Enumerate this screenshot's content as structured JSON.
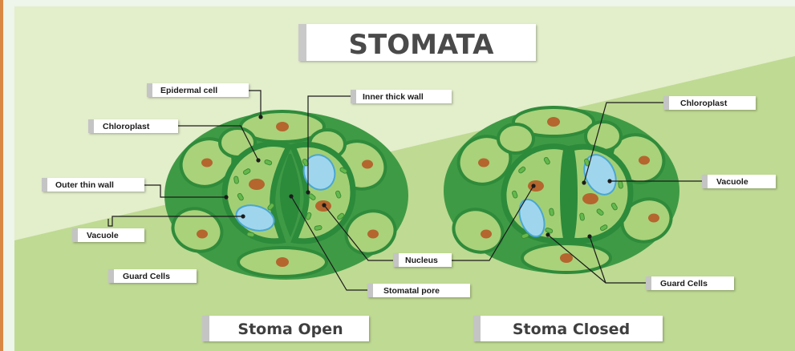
{
  "title": "STOMATA",
  "captions": {
    "open": "Stoma Open",
    "closed": "Stoma Closed"
  },
  "labels": {
    "epidermal_cell": "Epidermal cell",
    "inner_thick_wall": "Inner thick wall",
    "chloroplast_left": "Chloroplast",
    "outer_thin_wall": "Outer thin wall",
    "vacuole_left": "Vacuole",
    "guard_cells_left": "Guard Cells",
    "nucleus": "Nucleus",
    "stomatal_pore": "Stomatal pore",
    "chloroplast_right": "Chloroplast",
    "vacuole_right": "Vacuole",
    "guard_cells_right": "Guard Cells"
  },
  "colors": {
    "background_light": "#eef5ea",
    "background_band": "#e2eec8",
    "background_green": "#bcd88f",
    "cell_fill": "#a9d27a",
    "cell_stroke": "#2f8b3a",
    "guard_wall": "#2c8a3b",
    "chloroplast": "#66b84c",
    "nucleus": "#b4662e",
    "vacuole": "#9fd6ee",
    "left_accent": "#d98843"
  }
}
